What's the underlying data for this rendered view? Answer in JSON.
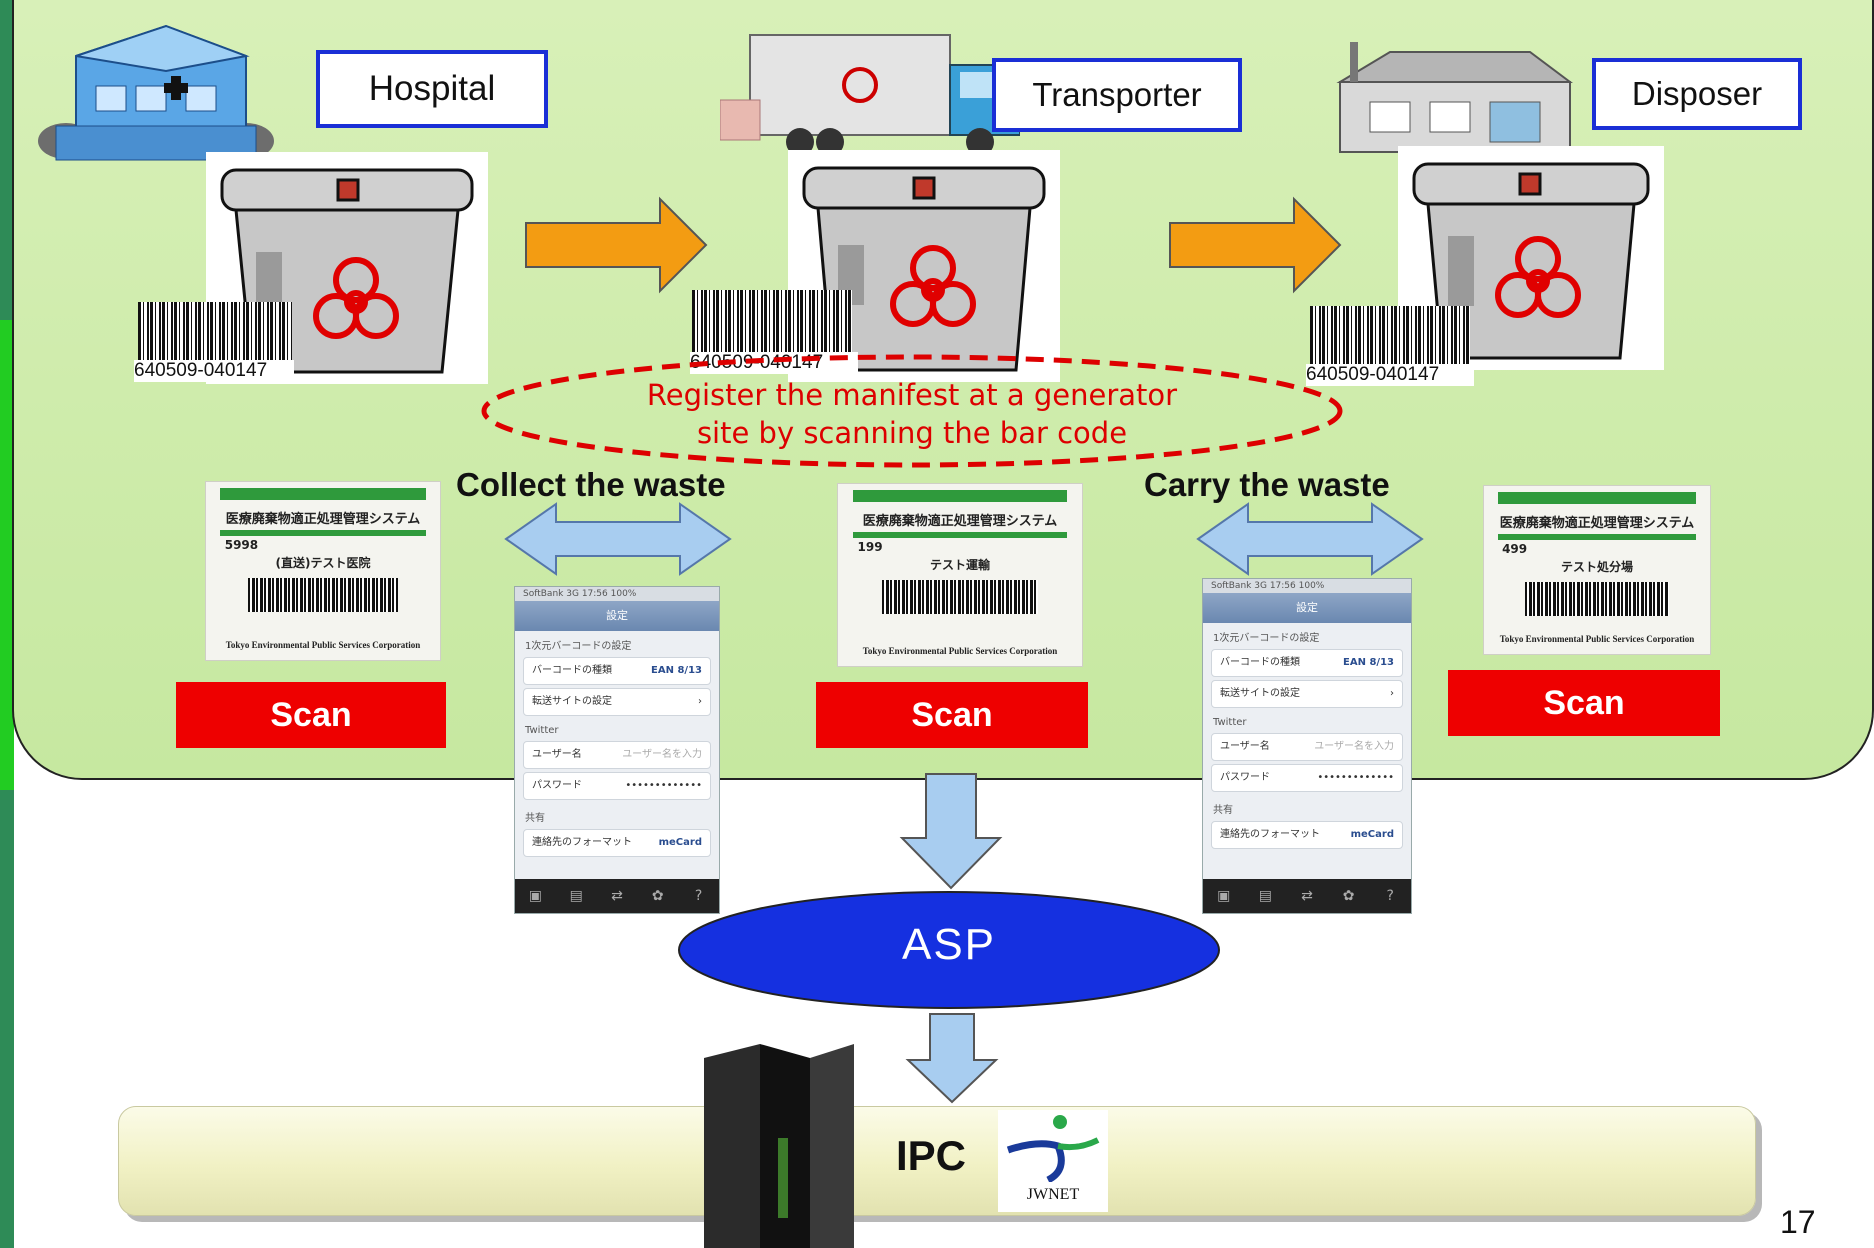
{
  "sites": {
    "hospital": {
      "label": "Hospital",
      "barcode": "640509-040147",
      "scan_label": "Scan",
      "card": {
        "title": "医療廃棄物適正処理管理システム",
        "number": "5998",
        "name": "(直送)テスト医院",
        "corp": "Tokyo Environmental Public Services Corporation"
      }
    },
    "transporter": {
      "label": "Transporter",
      "barcode": "640509-040147",
      "scan_label": "Scan",
      "card": {
        "title": "医療廃棄物適正処理管理システム",
        "number": "199",
        "name": "テスト運輸",
        "corp": "Tokyo Environmental Public Services Corporation"
      }
    },
    "disposer": {
      "label": "Disposer",
      "barcode": "640509-040147",
      "scan_label": "Scan",
      "card": {
        "title": "医療廃棄物適正処理管理システム",
        "number": "499",
        "name": "テスト処分場",
        "corp": "Tokyo Environmental Public Services Corporation"
      }
    }
  },
  "note": {
    "line1": "Register the manifest at a generator",
    "line2": "site by scanning the bar code"
  },
  "flow": {
    "collect": "Collect  the waste",
    "carry": "Carry the waste"
  },
  "phone": {
    "status_left": "SoftBank 3G",
    "status_time": "17:56",
    "status_right": "100%",
    "nav_title": "設定",
    "section1": "1次元バーコードの設定",
    "row_type_label": "バーコードの種類",
    "row_type_value": "EAN 8/13",
    "row_site_label": "転送サイトの設定",
    "section2": "Twitter",
    "row_user_label": "ユーザー名",
    "row_user_placeholder": "ユーザー名を入力",
    "row_pass_label": "パスワード",
    "row_pass_value": "•••••••••••••",
    "section3": "共有",
    "row_format_label": "連絡先のフォーマット",
    "row_format_value": "meCard"
  },
  "asp_label": "ASP",
  "ipc_label": "IPC",
  "logo_text": "JWNET",
  "page_number": "17",
  "colors": {
    "arrow_orange": "#f39c12",
    "scan_red": "#ee0000",
    "label_border": "#1a2fd6",
    "asp_blue": "#1530e0",
    "note_red": "#dd0000"
  }
}
